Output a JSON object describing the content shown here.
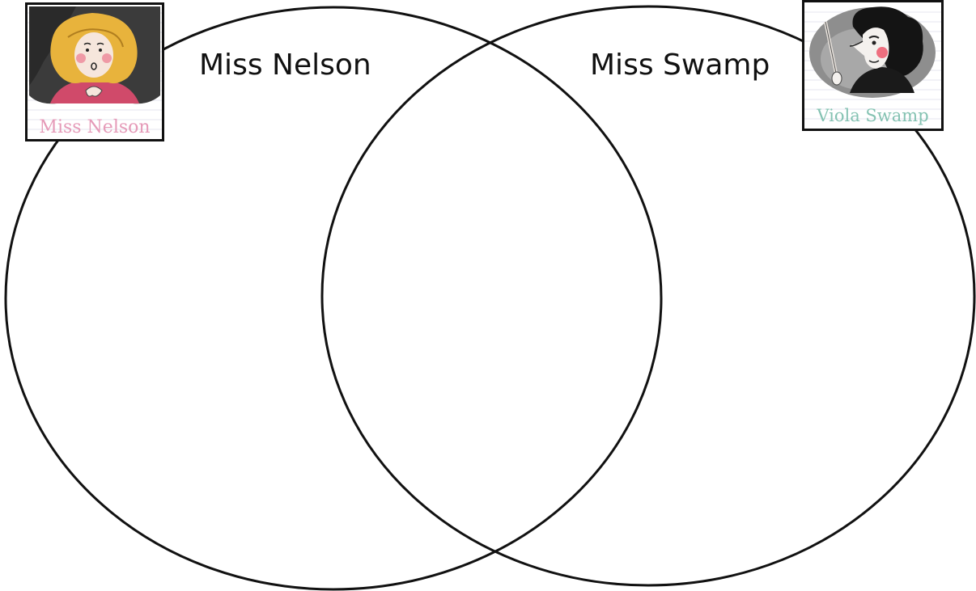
{
  "diagram": {
    "type": "venn",
    "sets": [
      {
        "label": "Miss Nelson",
        "portrait_caption": "Miss Nelson",
        "caption_color": "#e59ab8",
        "portrait_icon": "miss-nelson-illustration"
      },
      {
        "label": "Miss Swamp",
        "portrait_caption": "Viola Swamp",
        "caption_color": "#84c2b2",
        "portrait_icon": "viola-swamp-illustration"
      }
    ],
    "circle_stroke_color": "#111111"
  }
}
